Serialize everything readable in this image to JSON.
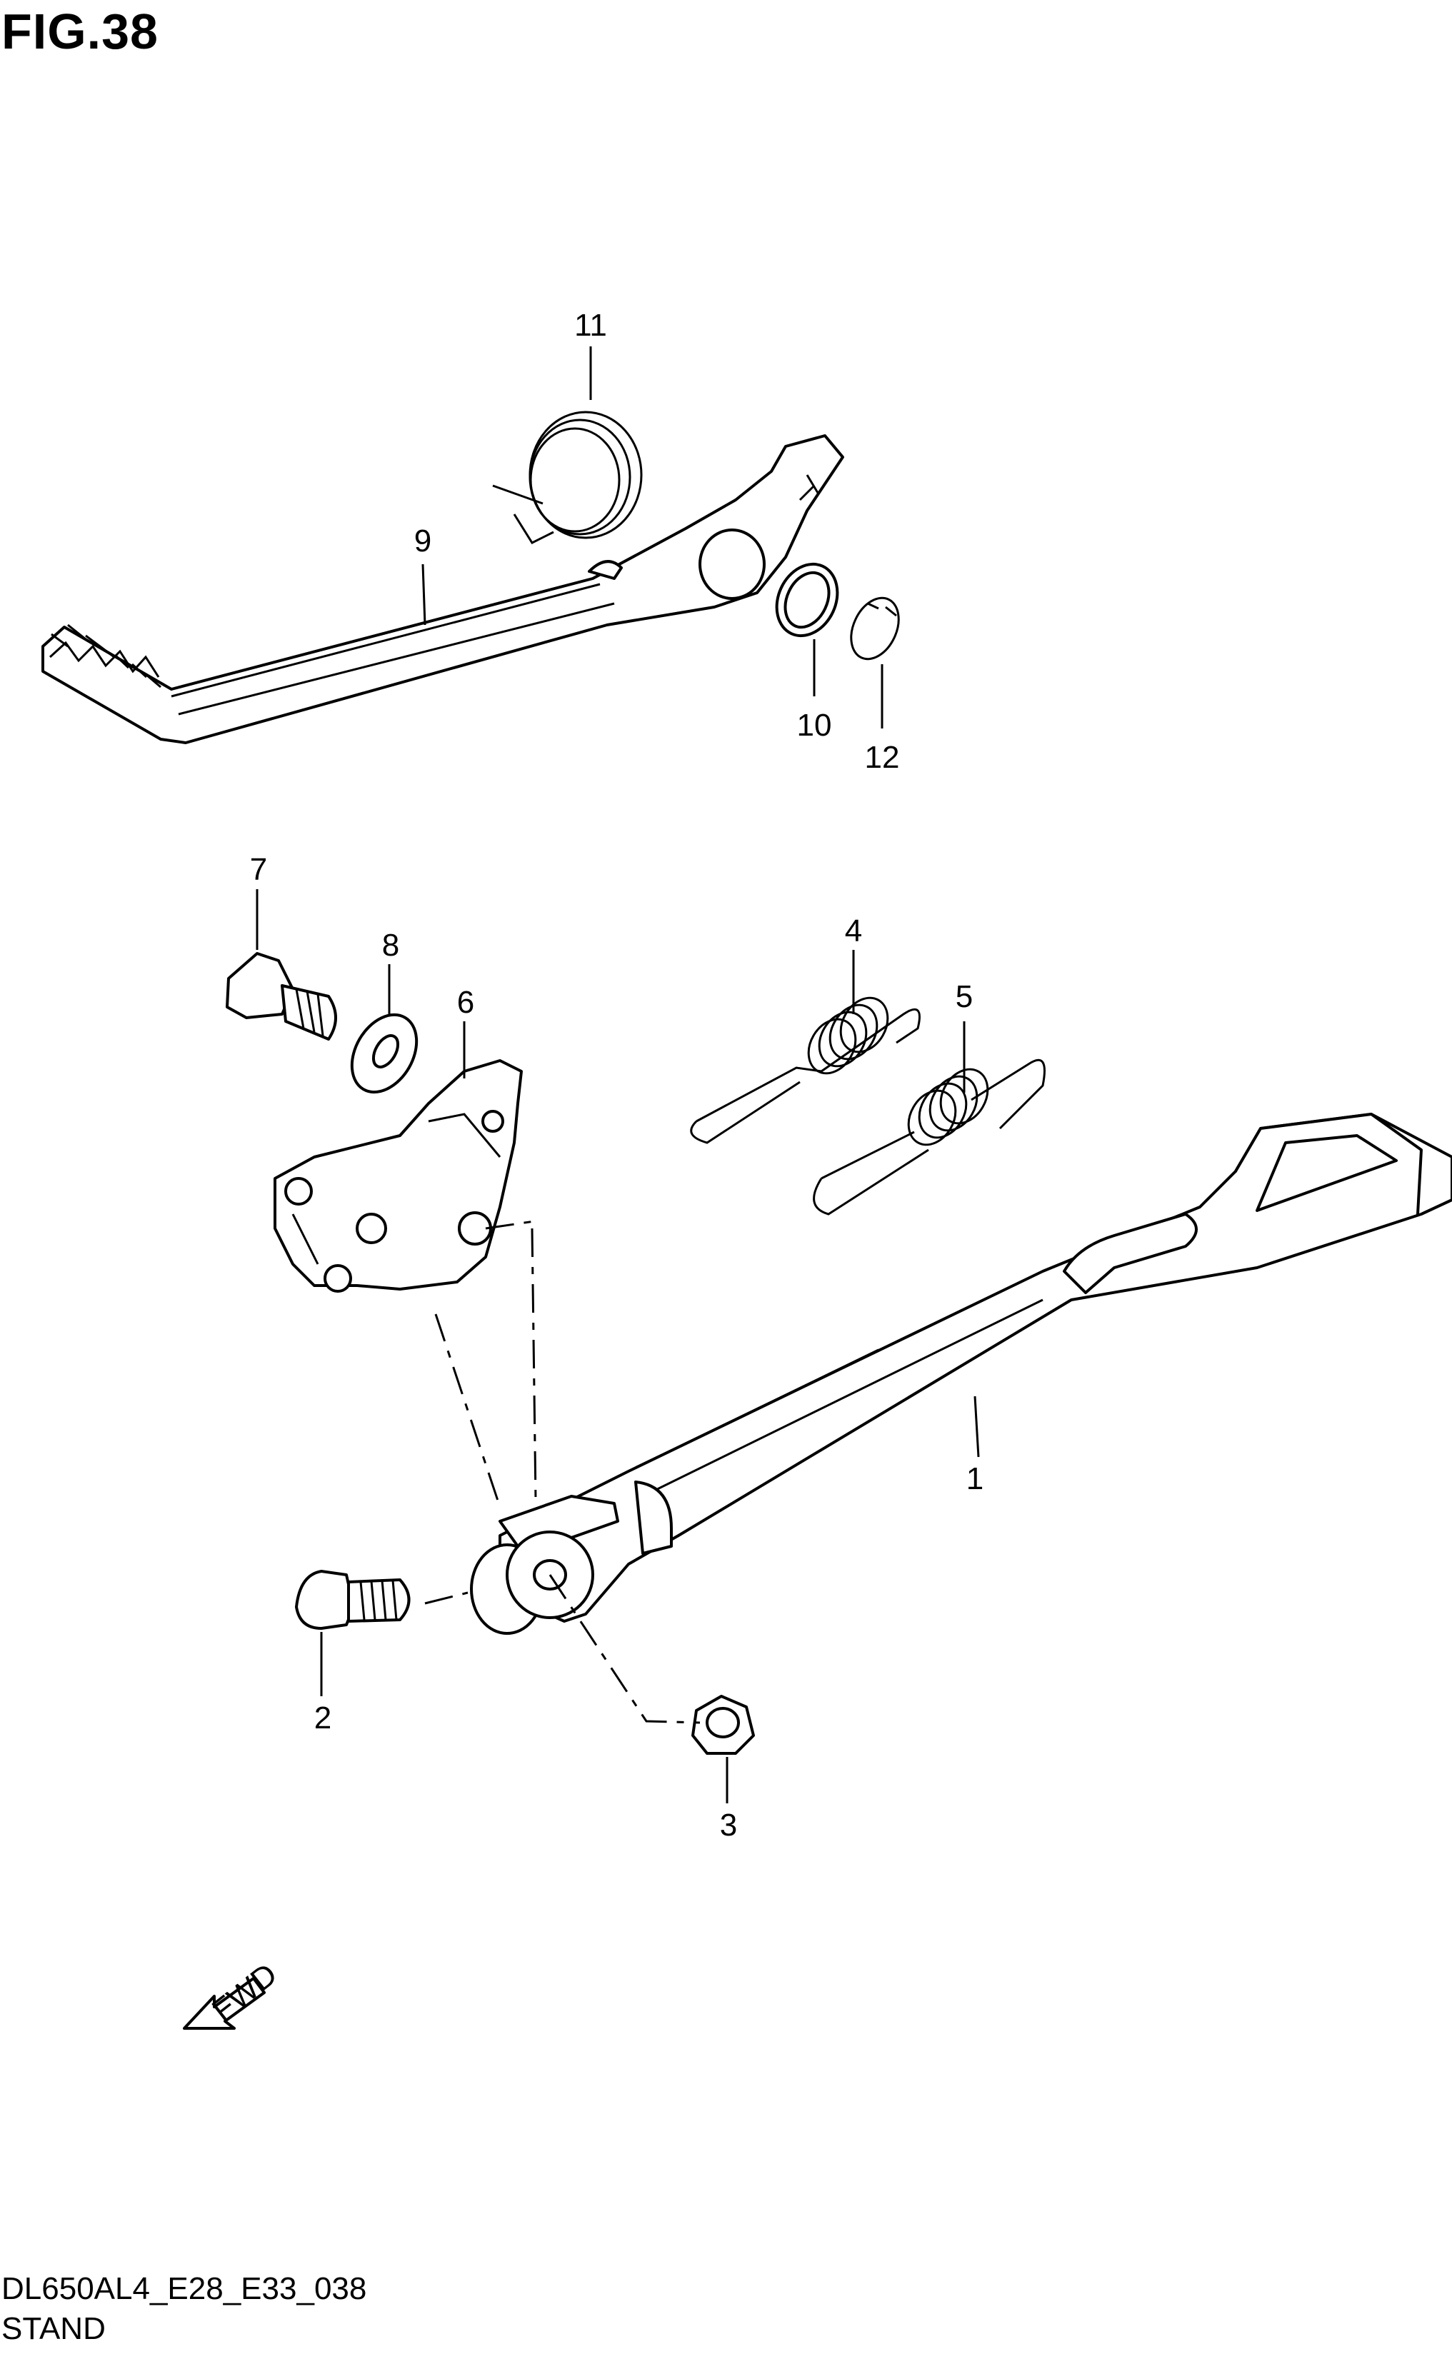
{
  "figure_title": "FIG.38",
  "callouts": [
    {
      "number": "1"
    },
    {
      "number": "2"
    },
    {
      "number": "3"
    },
    {
      "number": "4"
    },
    {
      "number": "5"
    },
    {
      "number": "6"
    },
    {
      "number": "7"
    },
    {
      "number": "8"
    },
    {
      "number": "9"
    },
    {
      "number": "10"
    },
    {
      "number": "11"
    },
    {
      "number": "12"
    }
  ],
  "fwd_label": "FWD",
  "footer": {
    "code": "DL650AL4_E28_E33_038",
    "name": "STAND"
  }
}
